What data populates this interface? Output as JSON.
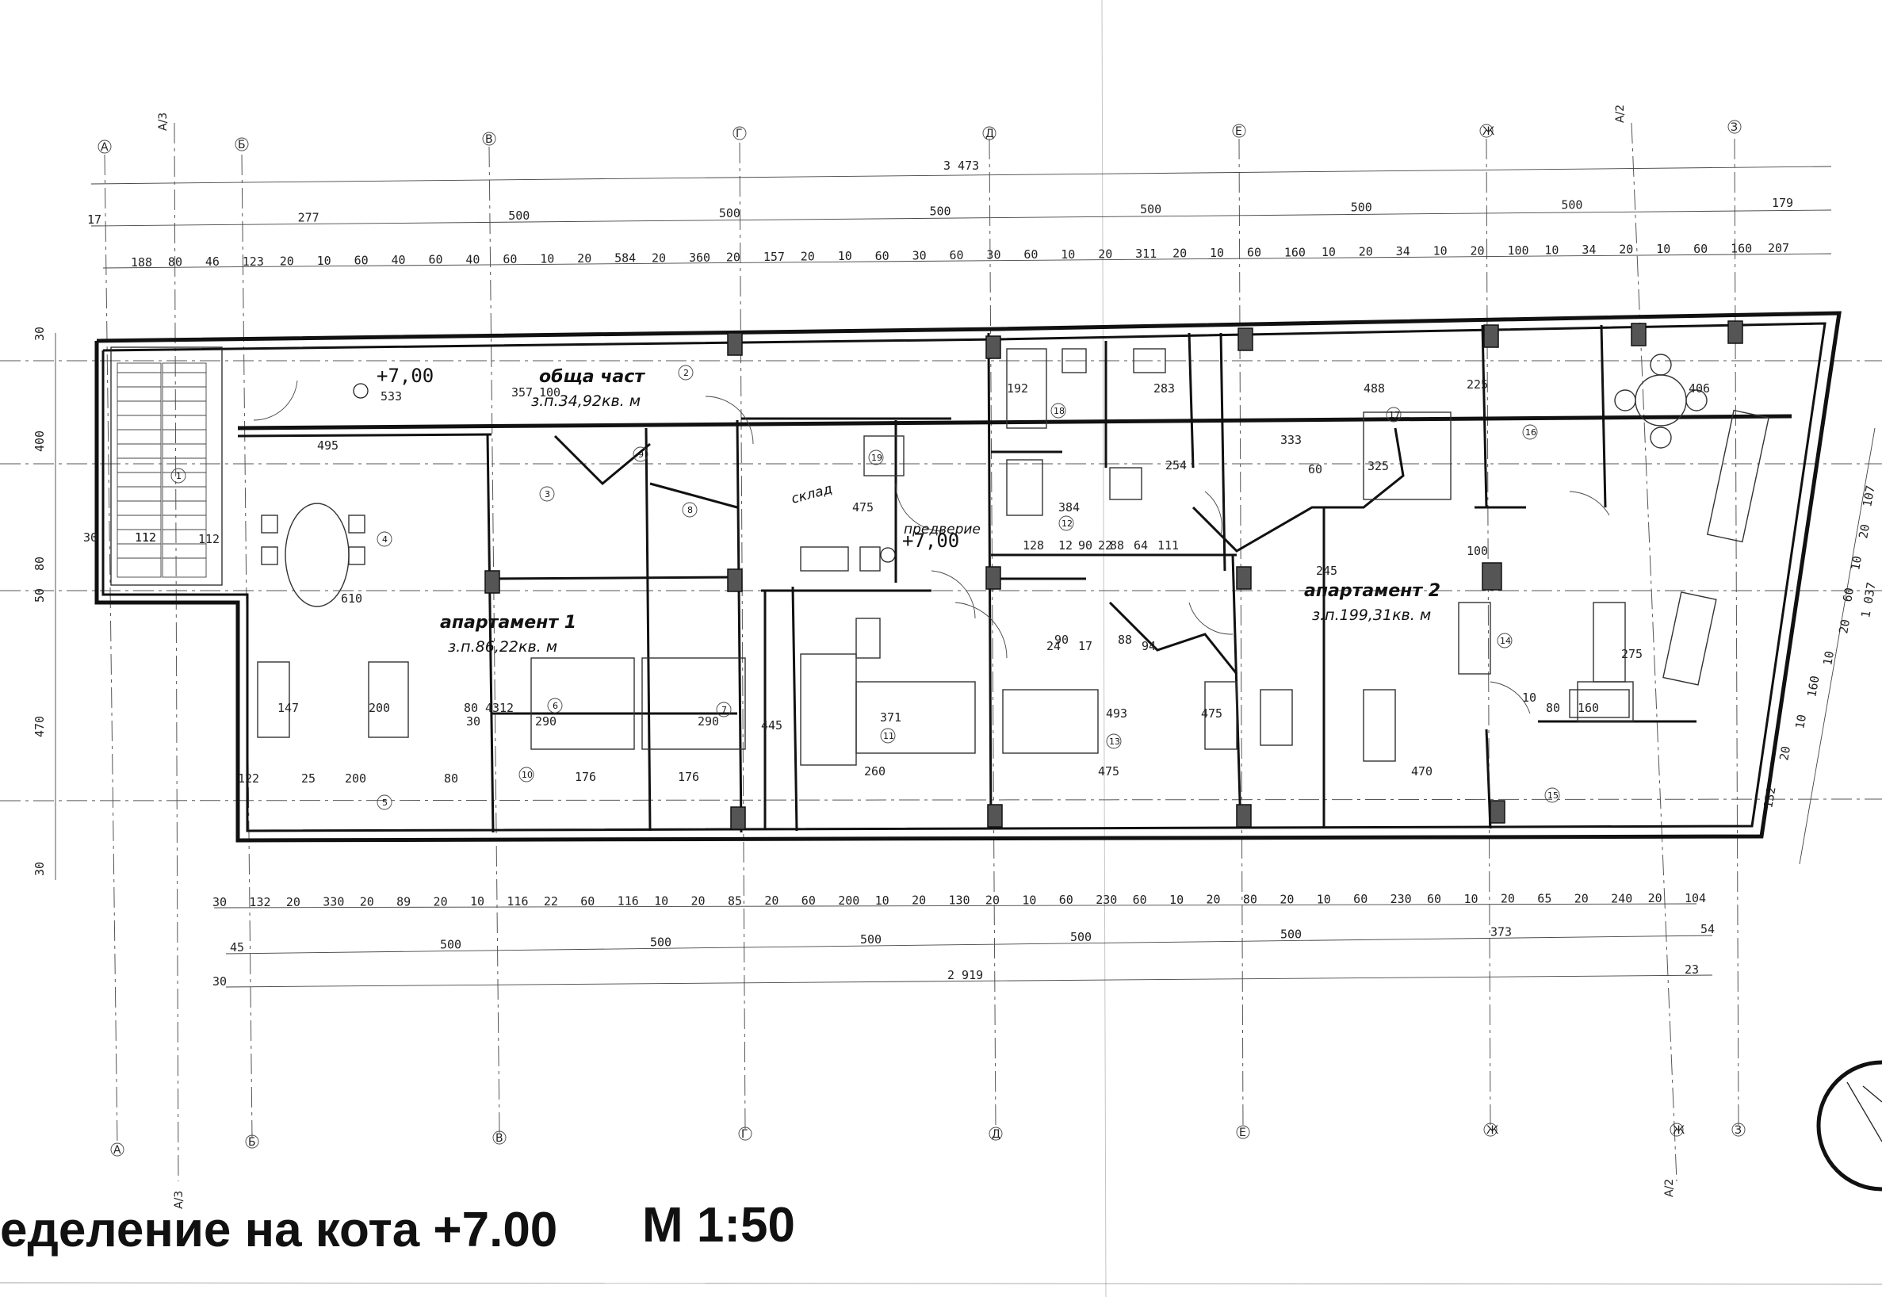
{
  "plan": {
    "caption": "еделение на кота  +7.00",
    "scale": "М 1:50",
    "elevation_marks": [
      "+7,00",
      "+7,00"
    ],
    "axes_top": [
      "А",
      "А/3",
      "Б",
      "В",
      "Г",
      "Д",
      "Е",
      "Ж",
      "А/2",
      "З"
    ],
    "axes_bottom": [
      "А",
      "А/3",
      "Б",
      "В",
      "Г",
      "Д",
      "Е",
      "Ж",
      "Ж",
      "А/2",
      "З"
    ],
    "rooms": {
      "common": {
        "name": "обща част",
        "area": "з.п.34,92кв. м"
      },
      "apt1": {
        "name": "апартамент 1",
        "area": "з.п.86,22кв. м"
      },
      "apt2": {
        "name": "апартамент 2",
        "area": "з.п.199,31кв. м"
      },
      "hall": "предверие",
      "storage": "склад"
    },
    "room_numbers": [
      "1",
      "2",
      "3",
      "4",
      "5",
      "6",
      "7",
      "8",
      "9",
      "10",
      "11",
      "12",
      "13",
      "14",
      "15",
      "16",
      "17",
      "18",
      "19"
    ],
    "dims_top": {
      "overall": "3 473",
      "row2": [
        "17",
        "277",
        "500",
        "500",
        "500",
        "500",
        "500",
        "500",
        "179"
      ],
      "row3": [
        "188",
        "80",
        "46",
        "123",
        "20",
        "10",
        "60",
        "40",
        "60",
        "40",
        "60",
        "10",
        "20",
        "584",
        "20",
        "360",
        "20",
        "157",
        "20",
        "10",
        "60",
        "30",
        "60",
        "30",
        "60",
        "10",
        "20",
        "311",
        "20",
        "10",
        "60",
        "160",
        "10",
        "20",
        "34",
        "10",
        "20",
        "100",
        "10",
        "34",
        "20",
        "10",
        "60",
        "160",
        "207"
      ]
    },
    "dims_bottom": {
      "row1": [
        "30",
        "132",
        "20",
        "330",
        "20",
        "89",
        "20",
        "10",
        "116",
        "22",
        "60",
        "116",
        "10",
        "20",
        "85",
        "20",
        "60",
        "200",
        "10",
        "20",
        "130",
        "20",
        "10",
        "60",
        "230",
        "60",
        "10",
        "20",
        "80",
        "20",
        "10",
        "60",
        "230",
        "60",
        "10",
        "20",
        "65",
        "20",
        "240",
        "20",
        "104"
      ],
      "row2": [
        "45",
        "500",
        "500",
        "500",
        "500",
        "500",
        "373",
        "54"
      ],
      "row3": [
        "30",
        "2 919",
        "23"
      ]
    },
    "dims_left": [
      "30",
      "400",
      "80",
      "50",
      "470",
      "30"
    ],
    "dims_right": [
      "1 037",
      "132",
      "20",
      "10",
      "160",
      "10",
      "20",
      "60",
      "10",
      "20",
      "107"
    ],
    "interior_dims": [
      "533",
      "357",
      "100",
      "495",
      "112",
      "112",
      "112",
      "30",
      "610",
      "147",
      "200",
      "80",
      "43",
      "12",
      "30",
      "122",
      "25",
      "200",
      "80",
      "290",
      "290",
      "176",
      "176",
      "445",
      "371",
      "260",
      "475",
      "384",
      "192",
      "283",
      "254",
      "488",
      "325",
      "225",
      "406",
      "493",
      "475",
      "475",
      "470",
      "160",
      "80",
      "10",
      "60",
      "245",
      "333",
      "275",
      "100",
      "128",
      "12",
      "90",
      "22",
      "88",
      "64",
      "111",
      "24",
      "90",
      "17",
      "88",
      "94"
    ]
  }
}
